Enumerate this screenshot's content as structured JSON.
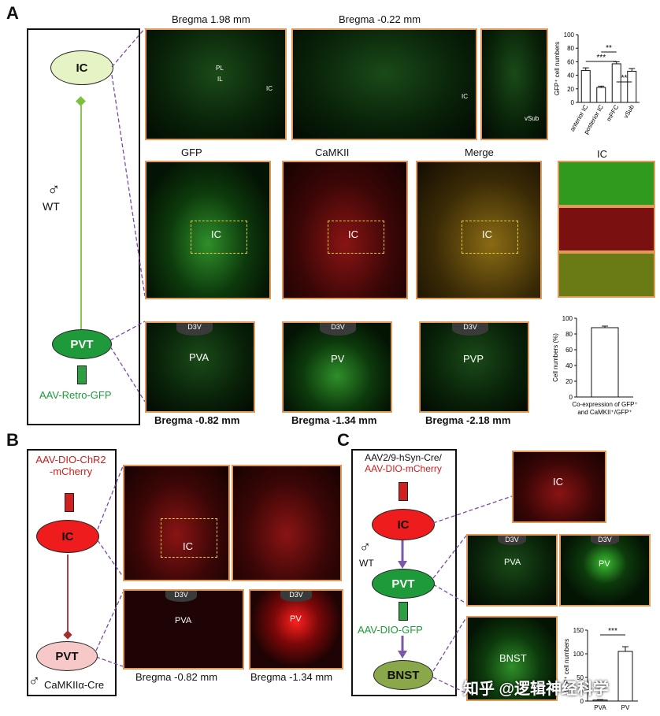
{
  "panel_labels": {
    "a": "A",
    "b": "B",
    "c": "C"
  },
  "panel_a": {
    "node_top": "IC",
    "node_bottom": "PVT",
    "sex_symbol": "♂",
    "animal": "WT",
    "virus": "AAV-Retro-GFP",
    "bregma_top": [
      "Bregma 1.98 mm",
      "Bregma -0.22 mm"
    ],
    "section_labels": {
      "pl": "PL",
      "il": "IL",
      "ic1": "IC",
      "ic2": "IC",
      "vsub": "vSub"
    },
    "channels": [
      "GFP",
      "CaMKII",
      "Merge"
    ],
    "channel_colors": [
      "#2e9d3e",
      "#cc2020",
      "#d7a418"
    ],
    "ic_region": "IC",
    "inset_title": "IC",
    "pvt_sections": [
      "PVA",
      "PV",
      "PVP"
    ],
    "d3v": "D3V",
    "bregma_bottom": [
      "Bregma -0.82 mm",
      "Bregma -1.34 mm",
      "Bregma -2.18 mm"
    ]
  },
  "panel_b": {
    "virus_line1": "AAV-DIO-ChR2",
    "virus_line2": "-mCherry",
    "node_top": "IC",
    "node_bottom": "PVT",
    "sex_symbol": "♂",
    "mouse_line": "CaMKIIα-Cre",
    "ic_region": "IC",
    "d3v": "D3V",
    "pvt_sections": [
      "PVA",
      "PV"
    ],
    "bregma": [
      "Bregma -0.82 mm",
      "Bregma -1.34 mm"
    ]
  },
  "panel_c": {
    "virus1_line1": "AAV2/9-hSyn-Cre/",
    "virus1_line2": "AAV-DIO-mCherry",
    "node_ic": "IC",
    "node_pvt": "PVT",
    "node_bnst": "BNST",
    "sex_symbol": "♂",
    "animal": "WT",
    "virus2": "AAV-DIO-GFP",
    "ic_region": "IC",
    "d3v": "D3V",
    "pvt_sections": [
      "PVA",
      "PV"
    ],
    "bnst_region": "BNST"
  },
  "watermark": "知乎 @逻辑神经科学",
  "chart_data": [
    {
      "type": "bar",
      "categories": [
        "anterior IC",
        "posterior IC",
        "mPFC",
        "vSub"
      ],
      "values": [
        47,
        22,
        57,
        46
      ],
      "errors": [
        4,
        2,
        3,
        4
      ],
      "ylim": [
        0,
        100
      ],
      "yticks": [
        0,
        20,
        40,
        60,
        80,
        100
      ],
      "ylabel": "GFP⁺ cell numbers",
      "significance": [
        "**",
        "***",
        "**"
      ]
    },
    {
      "type": "bar",
      "categories": [
        ""
      ],
      "values": [
        88
      ],
      "errors": [
        2
      ],
      "ylim": [
        0,
        100
      ],
      "yticks": [
        0,
        20,
        40,
        60,
        80,
        100
      ],
      "ylabel": "Cell numbers (%)",
      "xlabel_line1": "Co-expression of GFP⁺",
      "xlabel_line2": "and CaMKII⁺/GFP⁺"
    },
    {
      "type": "bar",
      "categories": [
        "PVA",
        "PV"
      ],
      "values": [
        2,
        105
      ],
      "errors": [
        1,
        10
      ],
      "ylim": [
        0,
        150
      ],
      "yticks": [
        0,
        50,
        100,
        150
      ],
      "ylabel": "GFP⁺ cell numbers",
      "significance": [
        "***"
      ]
    }
  ]
}
